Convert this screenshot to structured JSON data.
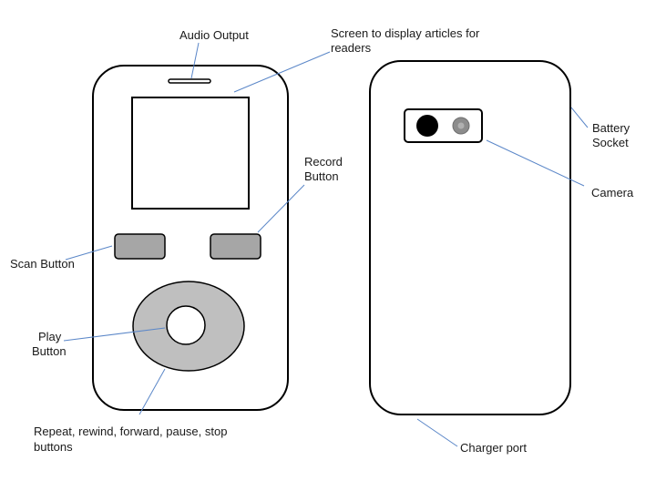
{
  "labels": {
    "audio_output": "Audio Output",
    "screen_line1": "Screen to display articles for",
    "screen_line2": "readers",
    "record_line1": "Record",
    "record_line2": "Button",
    "battery_line1": "Battery",
    "battery_line2": "Socket",
    "camera": "Camera",
    "scan_button": "Scan Button",
    "play_line1": "Play",
    "play_line2": "Button",
    "controls_line1": "Repeat, rewind, forward, pause, stop",
    "controls_line2": "buttons",
    "charger_port": "Charger port"
  },
  "colors": {
    "leader_line": "#5b87c8",
    "button_gray": "#a6a6a6",
    "dial_gray": "#bfbfbf",
    "lens_dark": "#000000",
    "lens_light": "#8c8c8c",
    "outline": "#000000"
  }
}
